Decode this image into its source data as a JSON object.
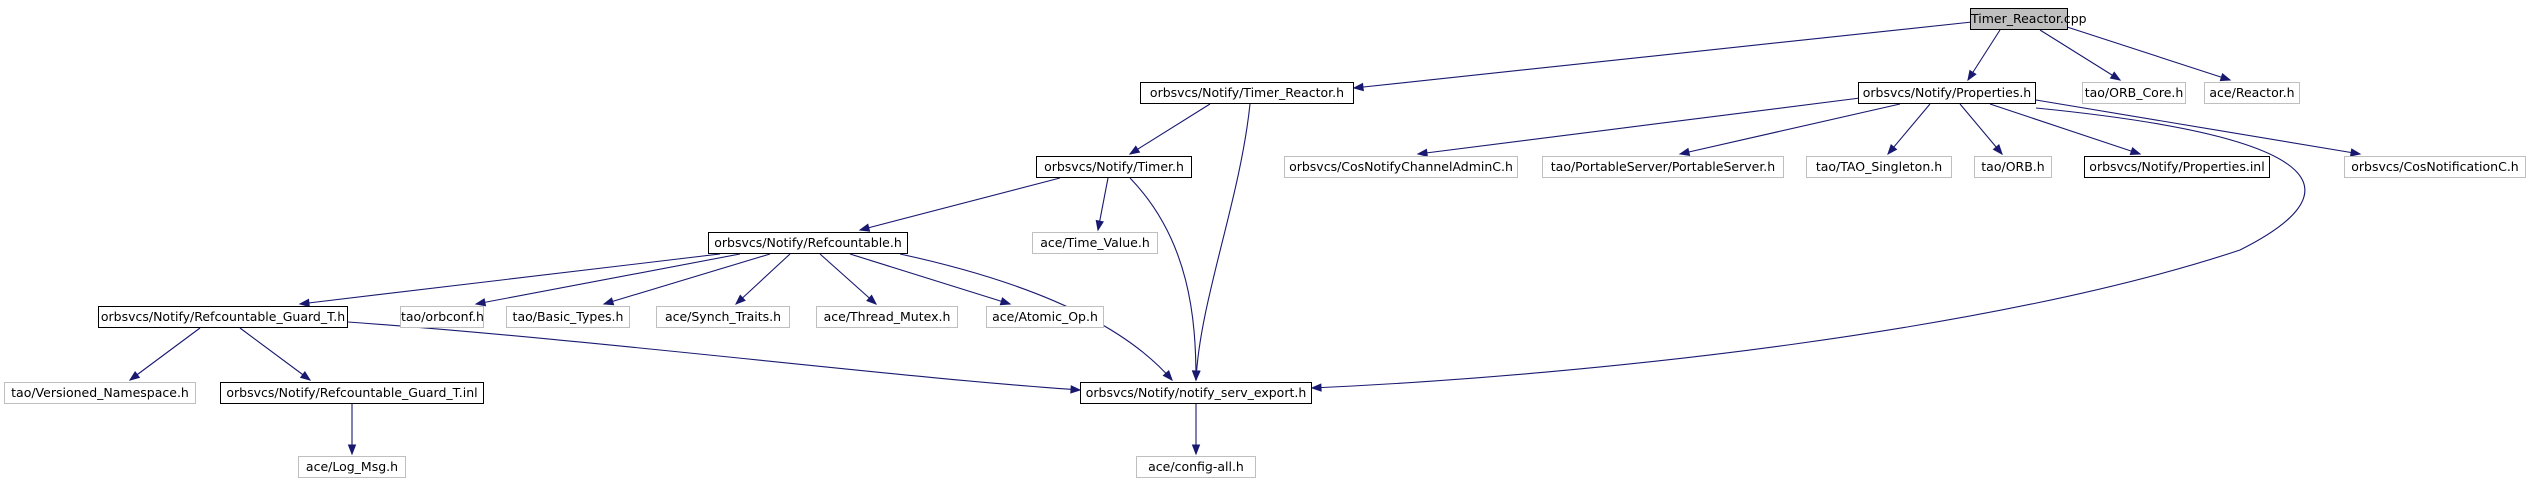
{
  "colors": {
    "edge": "#191970",
    "root_fill": "#bfbfbf",
    "external_border": "#bfbfbf",
    "documented_border": "#000000"
  },
  "nodes": {
    "timer_reactor_cpp": "Timer_Reactor.cpp",
    "notify_timer_reactor_h": "orbsvcs/Notify/Timer_Reactor.h",
    "notify_properties_h": "orbsvcs/Notify/Properties.h",
    "orb_core_h": "tao/ORB_Core.h",
    "ace_reactor_h": "ace/Reactor.h",
    "notify_timer_h": "orbsvcs/Notify/Timer.h",
    "cos_notify_channel_admin_c_h": "orbsvcs/CosNotifyChannelAdminC.h",
    "portable_server_h": "tao/PortableServer/PortableServer.h",
    "tao_singleton_h": "tao/TAO_Singleton.h",
    "tao_orb_h": "tao/ORB.h",
    "notify_properties_inl": "orbsvcs/Notify/Properties.inl",
    "cos_notification_c_h": "orbsvcs/CosNotificationC.h",
    "notify_refcountable_h": "orbsvcs/Notify/Refcountable.h",
    "ace_time_value_h": "ace/Time_Value.h",
    "notify_refcountable_guard_t_h": "orbsvcs/Notify/Refcountable_Guard_T.h",
    "tao_orbconf_h": "tao/orbconf.h",
    "tao_basic_types_h": "tao/Basic_Types.h",
    "ace_synch_traits_h": "ace/Synch_Traits.h",
    "ace_thread_mutex_h": "ace/Thread_Mutex.h",
    "ace_atomic_op_h": "ace/Atomic_Op.h",
    "tao_versioned_namespace_h": "tao/Versioned_Namespace.h",
    "notify_refcountable_guard_t_inl": "orbsvcs/Notify/Refcountable_Guard_T.inl",
    "notify_serv_export_h": "orbsvcs/Notify/notify_serv_export.h",
    "ace_log_msg_h": "ace/Log_Msg.h",
    "ace_config_all_h": "ace/config-all.h"
  }
}
